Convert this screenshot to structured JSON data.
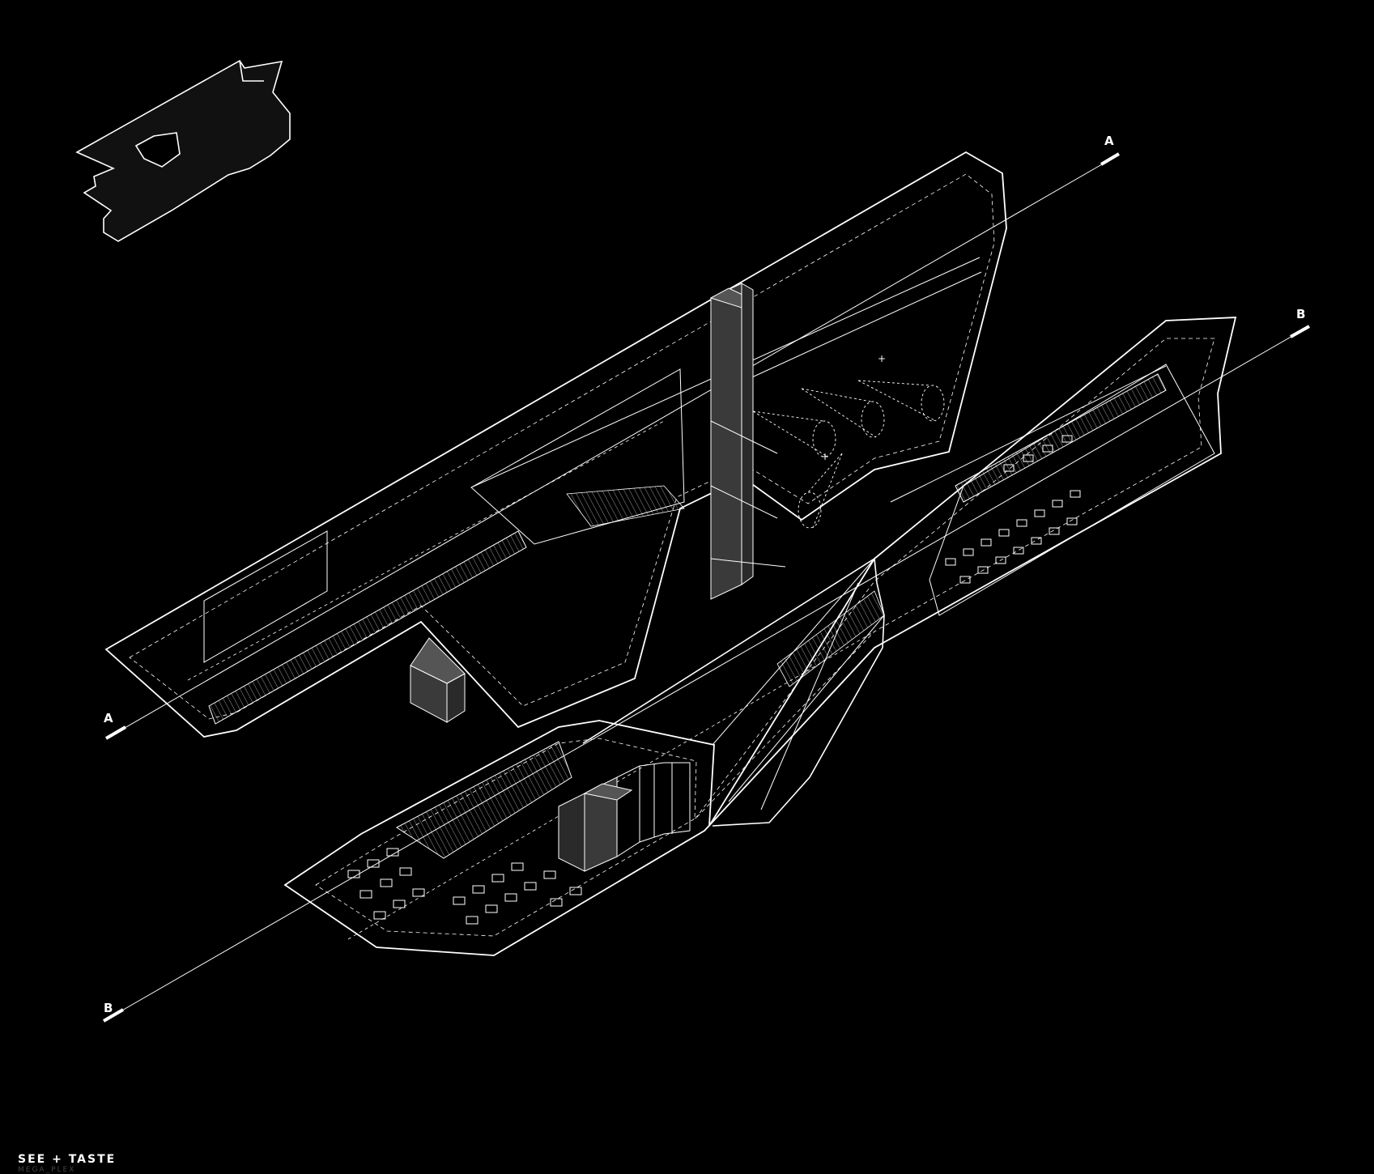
{
  "section_labels": {
    "a_top": "A",
    "a_bottom": "A",
    "b_top": "B",
    "b_bottom": "B"
  },
  "caption": {
    "title": "SEE + TASTE",
    "subtitle": "MEGA_PLEX"
  },
  "colors": {
    "background": "#000000",
    "line": "#ffffff",
    "solid_fill": "#3a3a3a"
  }
}
